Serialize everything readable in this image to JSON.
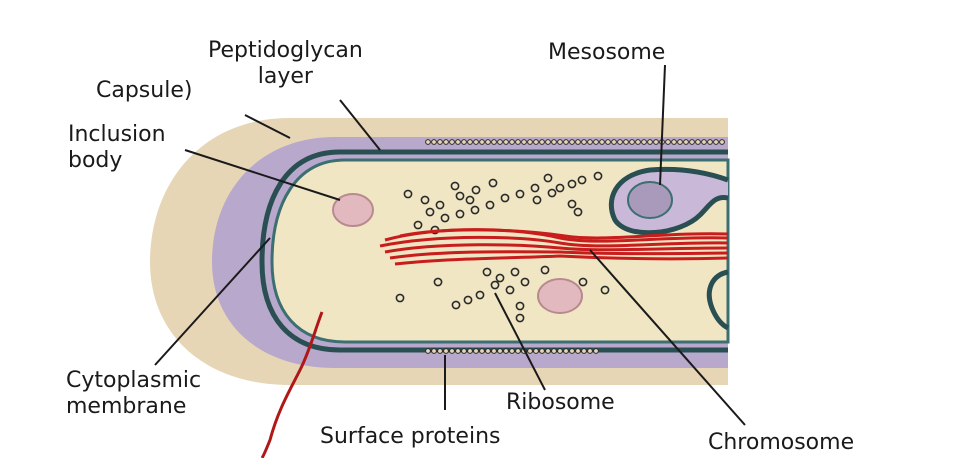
{
  "labels": {
    "peptidoglycan": [
      "Peptidoglycan",
      "layer"
    ],
    "capsule": "Capsule)",
    "inclusion": [
      "Inclusion",
      "body"
    ],
    "mesosome": "Mesosome",
    "cytoplasmic": [
      "Cytoplasmic",
      "membrane"
    ],
    "ribosome": "Ribosome",
    "surface": "Surface proteins",
    "chromosome": "Chromosome"
  },
  "colors": {
    "capsule": "#e6d6b6",
    "wall": "#b7a8cc",
    "membrane": "#3c6f72",
    "cytoplasm": "#f1e6c4",
    "chromosome": "#c81d1d",
    "inclusion": "#e3b9c0"
  }
}
